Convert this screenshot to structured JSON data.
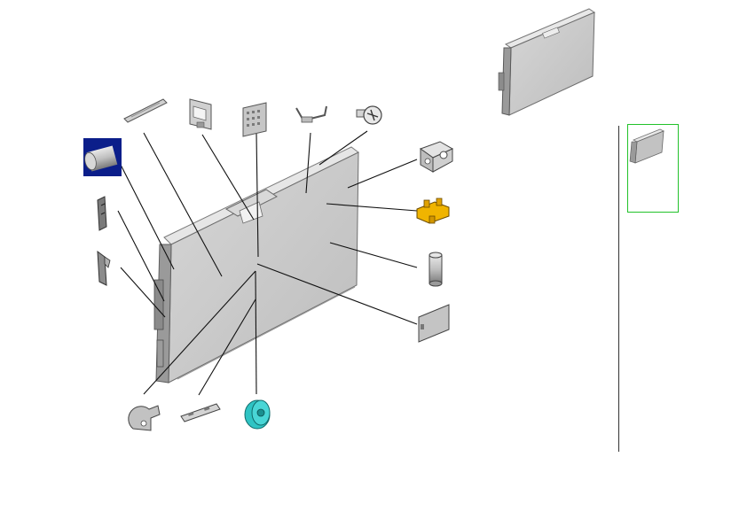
{
  "colors": {
    "background": "#ffffff",
    "panel_fill": "#c9c9c9",
    "panel_light": "#e2e2e2",
    "panel_dark": "#8e8e8e",
    "leader_line": "#111111",
    "yellow_part": "#f0b400",
    "cyan_part": "#2fc4c4",
    "pipe_icon_bg": "#0b1e8a",
    "selection_frame": "#22c22a"
  },
  "parts": [
    {
      "name": "slide-rail",
      "icon": "rail-icon"
    },
    {
      "name": "bracket-a",
      "icon": "bracket-icon"
    },
    {
      "name": "grille-plate",
      "icon": "grille-icon"
    },
    {
      "name": "hinge-clip",
      "icon": "clip-icon"
    },
    {
      "name": "screw",
      "icon": "screw-icon"
    },
    {
      "name": "tube",
      "icon": "tube-icon"
    },
    {
      "name": "side-strip",
      "icon": "strip-icon"
    },
    {
      "name": "side-latch",
      "icon": "latch-icon"
    },
    {
      "name": "connector-block",
      "icon": "connector-icon"
    },
    {
      "name": "yellow-terminal",
      "icon": "terminal-icon"
    },
    {
      "name": "standoff-post",
      "icon": "post-icon"
    },
    {
      "name": "cover-plate",
      "icon": "plate-icon"
    },
    {
      "name": "round-bracket",
      "icon": "round-bracket-icon"
    },
    {
      "name": "bottom-rail",
      "icon": "bottom-rail-icon"
    },
    {
      "name": "cyan-fan",
      "icon": "fan-icon"
    }
  ]
}
